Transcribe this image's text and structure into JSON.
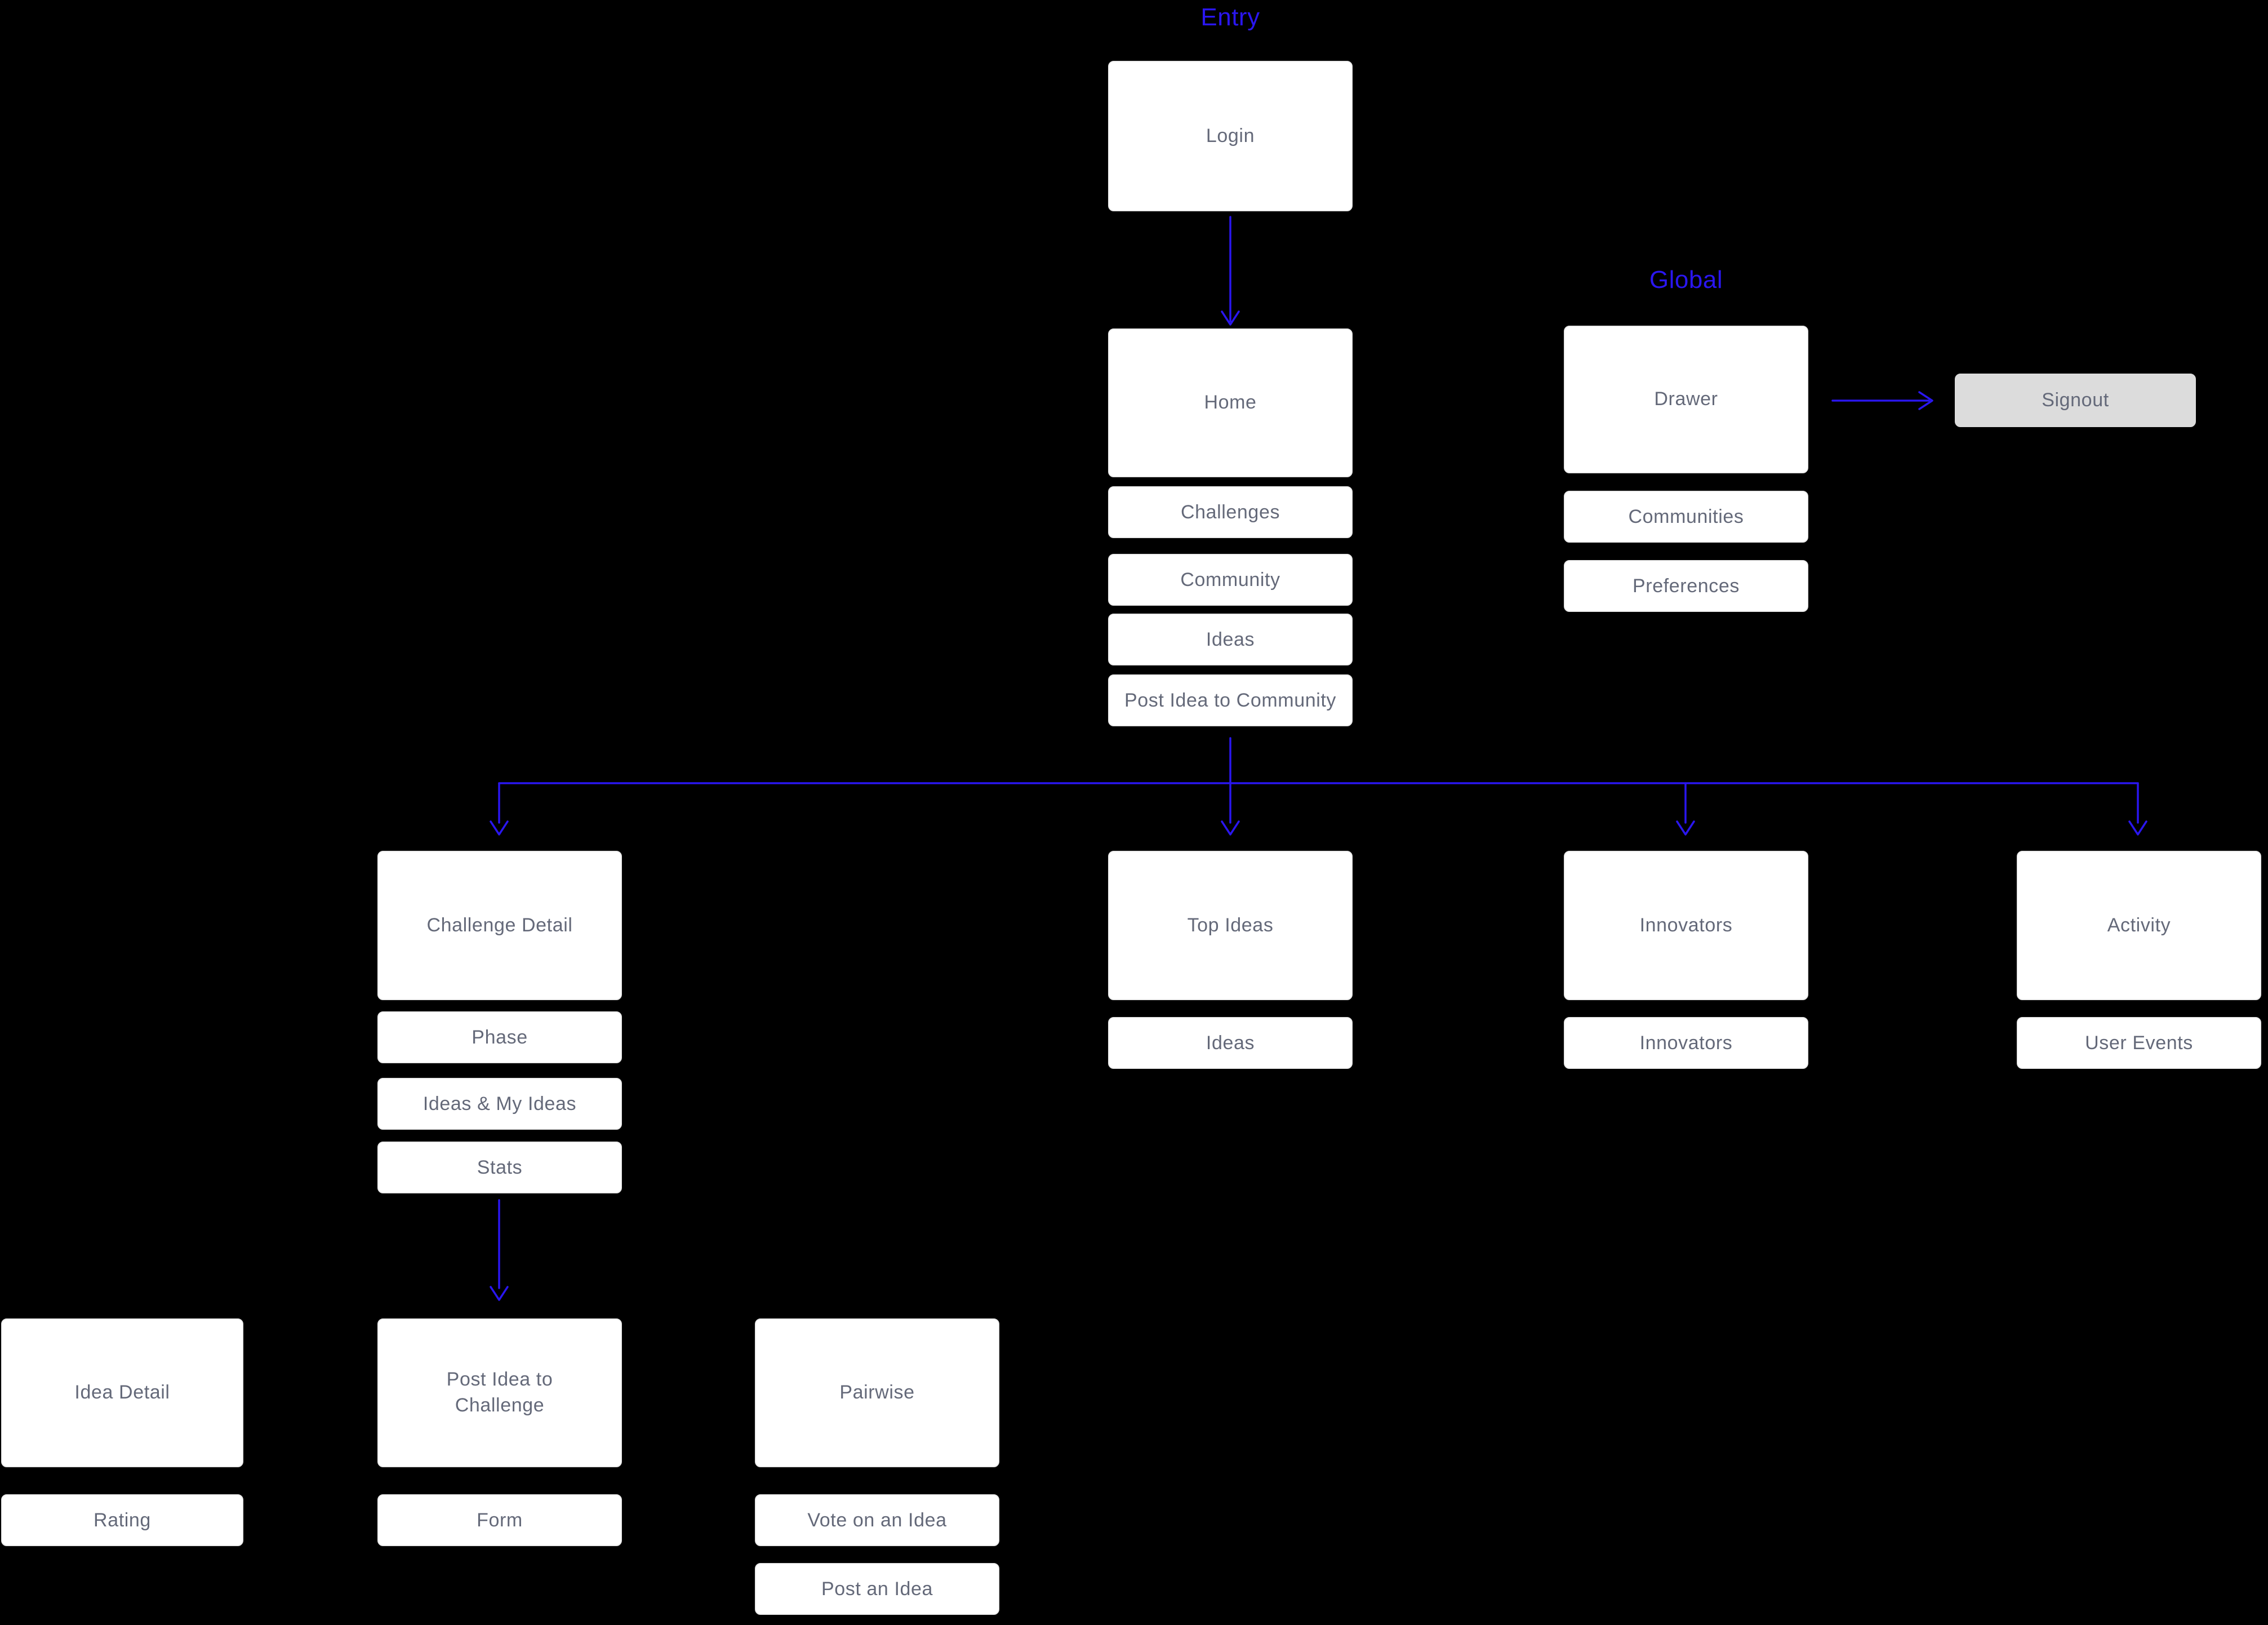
{
  "headings": {
    "entry": "Entry",
    "global": "Global"
  },
  "nodes": {
    "login": {
      "label": "Login"
    },
    "home": {
      "label": "Home"
    },
    "challenges": {
      "label": "Challenges"
    },
    "community": {
      "label": "Community"
    },
    "ideas": {
      "label": "Ideas"
    },
    "post_idea_to_community": {
      "label": "Post Idea to Community"
    },
    "drawer": {
      "label": "Drawer"
    },
    "communities": {
      "label": "Communities"
    },
    "preferences": {
      "label": "Preferences"
    },
    "signout": {
      "label": "Signout"
    },
    "challenge_detail": {
      "label": "Challenge Detail"
    },
    "phase": {
      "label": "Phase"
    },
    "ideas_my_ideas": {
      "label": "Ideas & My Ideas"
    },
    "stats": {
      "label": "Stats"
    },
    "top_ideas": {
      "label": "Top Ideas"
    },
    "top_ideas_ideas": {
      "label": "Ideas"
    },
    "innovators": {
      "label": "Innovators"
    },
    "innovators_list": {
      "label": "Innovators"
    },
    "activity": {
      "label": "Activity"
    },
    "user_events": {
      "label": "User Events"
    },
    "idea_detail": {
      "label": "Idea Detail"
    },
    "rating": {
      "label": "Rating"
    },
    "post_idea_to_challenge": {
      "label": "Post Idea to Challenge"
    },
    "form": {
      "label": "Form"
    },
    "pairwise": {
      "label": "Pairwise"
    },
    "vote_on_an_idea": {
      "label": "Vote on an Idea"
    },
    "post_an_idea": {
      "label": "Post an Idea"
    }
  },
  "edges": [
    {
      "from": "login",
      "to": "home"
    },
    {
      "from": "drawer",
      "to": "signout"
    },
    {
      "from": "post_idea_to_community",
      "to": "challenge_detail"
    },
    {
      "from": "post_idea_to_community",
      "to": "top_ideas"
    },
    {
      "from": "post_idea_to_community",
      "to": "innovators"
    },
    {
      "from": "post_idea_to_community",
      "to": "activity"
    },
    {
      "from": "stats",
      "to": "post_idea_to_challenge"
    }
  ],
  "colors": {
    "accent": "#2a16f0",
    "box_text": "#646979",
    "box_fill": "#ffffff",
    "box_border": "#ececec",
    "signout_fill": "#dcdcdc",
    "background": "#000000"
  }
}
